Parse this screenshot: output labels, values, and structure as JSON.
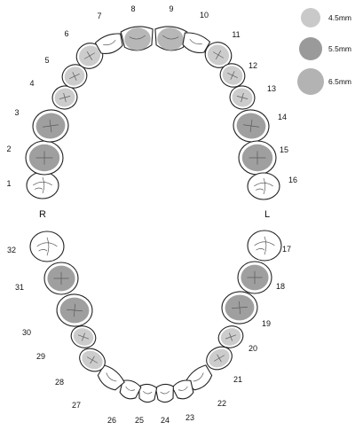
{
  "colors": {
    "c45": "#c9c9c9",
    "c55": "#9a9a9a",
    "c65": "#b3b3b3",
    "outline": "#222222"
  },
  "sides": {
    "right": "R",
    "left": "L"
  },
  "legend": [
    {
      "label": "4.5mm",
      "color": "#c9c9c9"
    },
    {
      "label": "5.5mm",
      "color": "#9a9a9a"
    },
    {
      "label": "6.5mm",
      "color": "#b3b3b3"
    }
  ],
  "teeth": [
    {
      "number": "1",
      "size": "none"
    },
    {
      "number": "2",
      "size": "5.5mm"
    },
    {
      "number": "3",
      "size": "5.5mm"
    },
    {
      "number": "4",
      "size": "4.5mm"
    },
    {
      "number": "5",
      "size": "4.5mm"
    },
    {
      "number": "6",
      "size": "4.5mm"
    },
    {
      "number": "7",
      "size": "none"
    },
    {
      "number": "8",
      "size": "6.5mm"
    },
    {
      "number": "9",
      "size": "6.5mm"
    },
    {
      "number": "10",
      "size": "none"
    },
    {
      "number": "11",
      "size": "4.5mm"
    },
    {
      "number": "12",
      "size": "4.5mm"
    },
    {
      "number": "13",
      "size": "4.5mm"
    },
    {
      "number": "14",
      "size": "5.5mm"
    },
    {
      "number": "15",
      "size": "5.5mm"
    },
    {
      "number": "16",
      "size": "none"
    },
    {
      "number": "17",
      "size": "none"
    },
    {
      "number": "18",
      "size": "5.5mm"
    },
    {
      "number": "19",
      "size": "5.5mm"
    },
    {
      "number": "20",
      "size": "4.5mm"
    },
    {
      "number": "21",
      "size": "4.5mm"
    },
    {
      "number": "22",
      "size": "none"
    },
    {
      "number": "23",
      "size": "none"
    },
    {
      "number": "24",
      "size": "none"
    },
    {
      "number": "25",
      "size": "none"
    },
    {
      "number": "26",
      "size": "none"
    },
    {
      "number": "27",
      "size": "none"
    },
    {
      "number": "28",
      "size": "4.5mm"
    },
    {
      "number": "29",
      "size": "4.5mm"
    },
    {
      "number": "30",
      "size": "5.5mm"
    },
    {
      "number": "31",
      "size": "5.5mm"
    },
    {
      "number": "32",
      "size": "none"
    }
  ]
}
